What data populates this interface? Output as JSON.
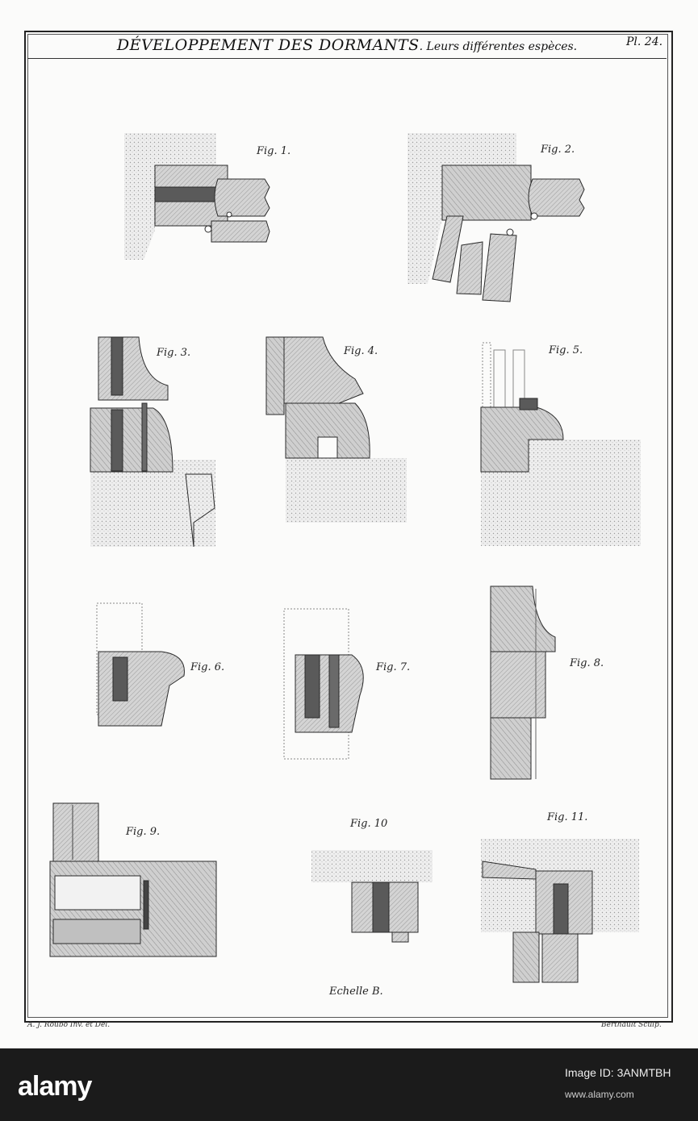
{
  "plate": {
    "title_main": "DÉVELOPPEMENT DES DORMANTS",
    "title_sub": ". Leurs différentes espèces.",
    "plate_number": "Pl. 24.",
    "scale_label": "Echelle B.",
    "credit_left": "A. J. Roubo Inv. et Del.",
    "credit_right": "Berthault Sculp."
  },
  "figures": [
    {
      "label": "Fig. 1."
    },
    {
      "label": "Fig. 2."
    },
    {
      "label": "Fig. 3."
    },
    {
      "label": "Fig. 4."
    },
    {
      "label": "Fig. 5."
    },
    {
      "label": "Fig. 6."
    },
    {
      "label": "Fig. 7."
    },
    {
      "label": "Fig. 8."
    },
    {
      "label": "Fig. 9."
    },
    {
      "label": "Fig. 10"
    },
    {
      "label": "Fig. 11."
    }
  ],
  "watermark": {
    "logo": "alamy",
    "image_id": "Image ID: 3ANMTBH",
    "url": "www.alamy.com"
  },
  "colors": {
    "wood": "#c9c9c9",
    "wood_dark": "#5a5a5a",
    "stone": "#e3e3e3",
    "ink": "#2a2a2a",
    "banner": "#1b1b1b"
  }
}
